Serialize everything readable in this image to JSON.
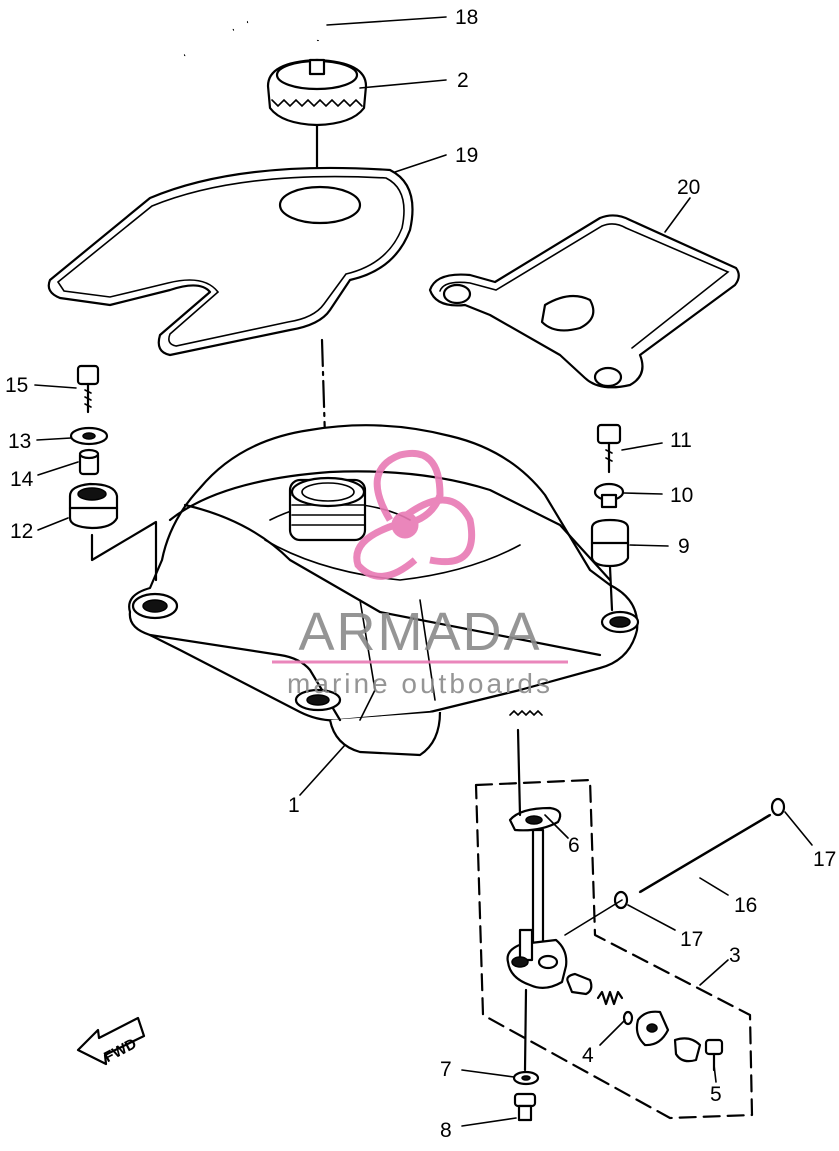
{
  "watermark": {
    "brand": "ARMADA",
    "tagline": "marine outboards",
    "logo_color": "#e879b4",
    "text_color": "#8a8a8a"
  },
  "direction_marker": "FWD",
  "callouts": {
    "c1": "1",
    "c2": "2",
    "c3": "3",
    "c4": "4",
    "c5": "5",
    "c6": "6",
    "c7": "7",
    "c8": "8",
    "c9": "9",
    "c10": "10",
    "c11": "11",
    "c12": "12",
    "c13": "13",
    "c14": "14",
    "c15": "15",
    "c16": "16",
    "c17a": "17",
    "c17b": "17",
    "c18": "18",
    "c19": "19",
    "c20": "20"
  }
}
